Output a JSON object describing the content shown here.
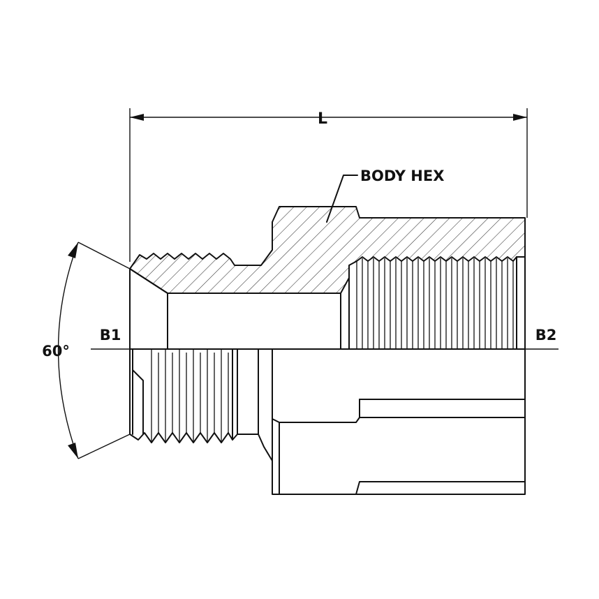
{
  "labels": {
    "length": "L",
    "body_hex": "BODY HEX",
    "end_b1": "B1",
    "end_b2": "B2",
    "angle": "60°"
  }
}
